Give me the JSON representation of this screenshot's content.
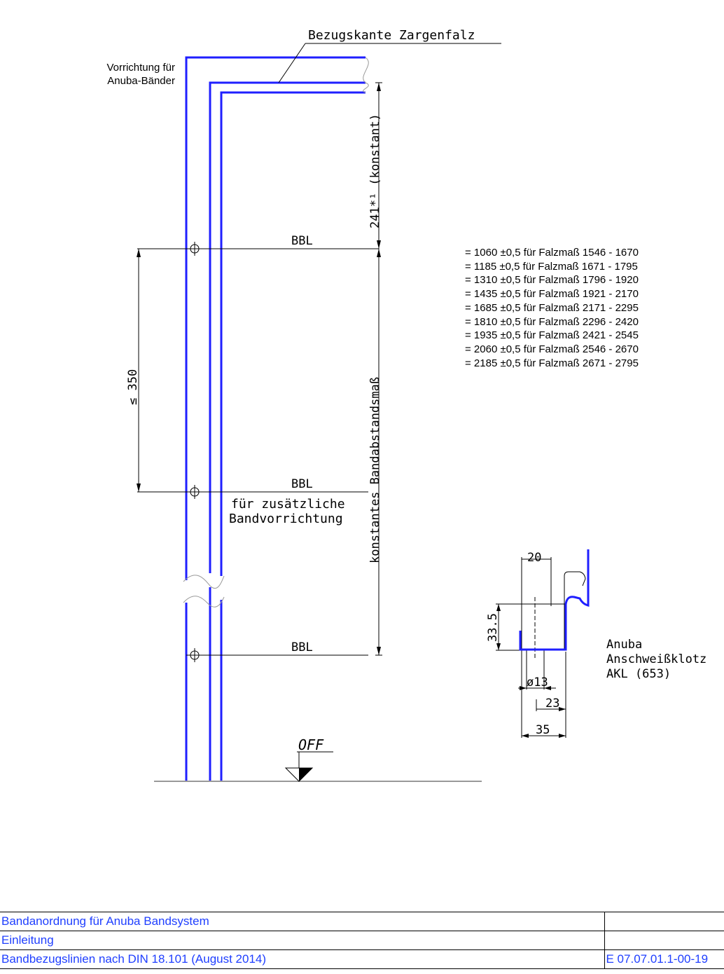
{
  "drawing": {
    "reference_edge_label": "Bezugskante Zargenfalz",
    "device_label_line1": "Vorrichtung für",
    "device_label_line2": "Anuba-Bänder",
    "dim_top_vertical": "241*¹ (konstant)",
    "bbl_label": "BBL",
    "dim_left_vertical": "≤ 350",
    "extra_hinge_line1": "für zusätzliche",
    "extra_hinge_line2": "Bandvorrichtung",
    "dim_main_vertical": "konstantes Bandabstandsmaß",
    "off_label": "OFF",
    "spacing_table": [
      "= 1060 ±0,5 für Falzmaß 1546 - 1670",
      "= 1185 ±0,5 für Falzmaß 1671 - 1795",
      "= 1310 ±0,5 für Falzmaß 1796 - 1920",
      "= 1435 ±0,5 für Falzmaß 1921 - 2170",
      "= 1685 ±0,5 für Falzmaß 2171 - 2295",
      "= 1810 ±0,5 für Falzmaß 2296 - 2420",
      "= 1935 ±0,5 für Falzmaß 2421 - 2545",
      "= 2060 ±0,5 für Falzmaß 2546 - 2670",
      "= 2185 ±0,5 für Falzmaß 2671 - 2795"
    ],
    "detail": {
      "dim_width_top": "20",
      "dim_height": "33.5",
      "dim_diameter": "ø13",
      "dim_23": "23",
      "dim_35": "35",
      "label_line1": "Anuba",
      "label_line2": "Anschweißklotz",
      "label_line3": "AKL (653)"
    },
    "colors": {
      "profile": "#1f1fff",
      "lines": "#000000",
      "floor": "#999999"
    }
  },
  "title_block": {
    "row1_left": "Bandanordnung für Anuba Bandsystem",
    "row1_right": "",
    "row2_left": "Einleitung",
    "row2_right": "",
    "row3_left": "Bandbezugslinien nach DIN 18.101   (August 2014)",
    "row3_right": "E 07.07.01.1-00-19"
  }
}
